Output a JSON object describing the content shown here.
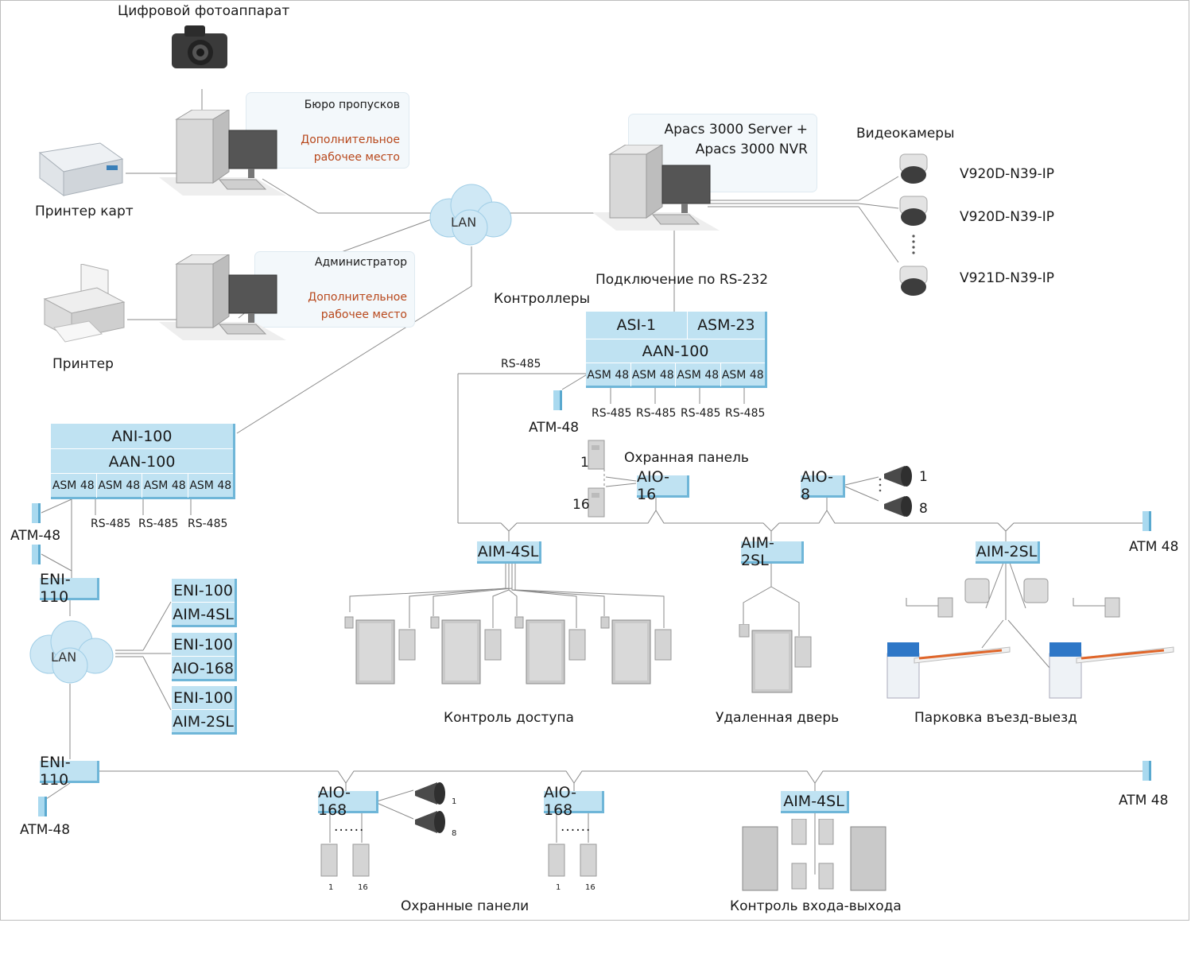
{
  "colors": {
    "module_fill": "#bfe2f2",
    "module_edge": "#6fb6d8",
    "accent_text": "#b8481c",
    "wire": "#8a8a8a"
  },
  "top": {
    "camera_label": "Цифровой фотоаппарат",
    "card_printer_label": "Принтер карт",
    "printer_label": "Принтер",
    "bureau": {
      "title": "Бюро пропусков",
      "role_line1": "Дополнительное",
      "role_line2": "рабочее место"
    },
    "admin": {
      "title": "Администратор",
      "role_line1": "Дополнительное",
      "role_line2": "рабочее место"
    },
    "lan_label": "LAN",
    "server": {
      "line1": "Apacs 3000 Server +",
      "line2": "Apacs 3000 NVR"
    },
    "cameras": {
      "title": "Видеокамеры",
      "cam1": "V920D-N39-IP",
      "cam2": "V920D-N39-IP",
      "cam3": "V921D-N39-IP"
    },
    "rs232_label": "Подключение по RS-232",
    "controllers_label": "Контроллеры"
  },
  "main_controller": {
    "asi": "ASI-1",
    "asm23": "ASM-23",
    "aan": "AAN-100",
    "asm48": [
      "ASM 48",
      "ASM 48",
      "ASM 48",
      "ASM 48"
    ],
    "rs485": [
      "RS-485",
      "RS-485",
      "RS-485",
      "RS-485"
    ],
    "rs485_left": "RS-485",
    "atm_label": "ATM-48"
  },
  "security_panel": {
    "label": "Охранная панель",
    "n_first": "1",
    "n_last": "16",
    "aio16": "AIO-16",
    "aio8": "AIO-8",
    "siren1": "1",
    "siren8": "8"
  },
  "left_controller": {
    "ani": "ANI-100",
    "aan": "AAN-100",
    "asm48": [
      "ASM 48",
      "ASM 48",
      "ASM 48",
      "ASM 48"
    ],
    "rs485": [
      "RS-485",
      "RS-485",
      "RS-485"
    ],
    "atm_label": "ATM-48",
    "eni110": "ENI-110",
    "lan_label": "LAN",
    "stacks": [
      [
        "ENI-100",
        "AIM-4SL"
      ],
      [
        "ENI-100",
        "AIO-168"
      ],
      [
        "ENI-100",
        "AIM-2SL"
      ]
    ]
  },
  "access": {
    "aim4sl": "AIM-4SL",
    "label": "Контроль доступа"
  },
  "remote": {
    "aim2sl": "AIM-2SL",
    "label": "Удаленная дверь"
  },
  "parking": {
    "aim2sl": "AIM-2SL",
    "label": "Парковка въезд-выезд",
    "atm_label": "ATM 48"
  },
  "bottom": {
    "eni110": "ENI-110",
    "atm_left": "ATM-48",
    "atm_right": "ATM 48",
    "aio168_a": "AIO-168",
    "aio168_b": "AIO-168",
    "aim4sl": "AIM-4SL",
    "n1": "1",
    "n16": "16",
    "s1": "1",
    "s8": "8",
    "security_label": "Охранные панели",
    "entry_label": "Контроль входа-выхода",
    "dots": "......"
  }
}
